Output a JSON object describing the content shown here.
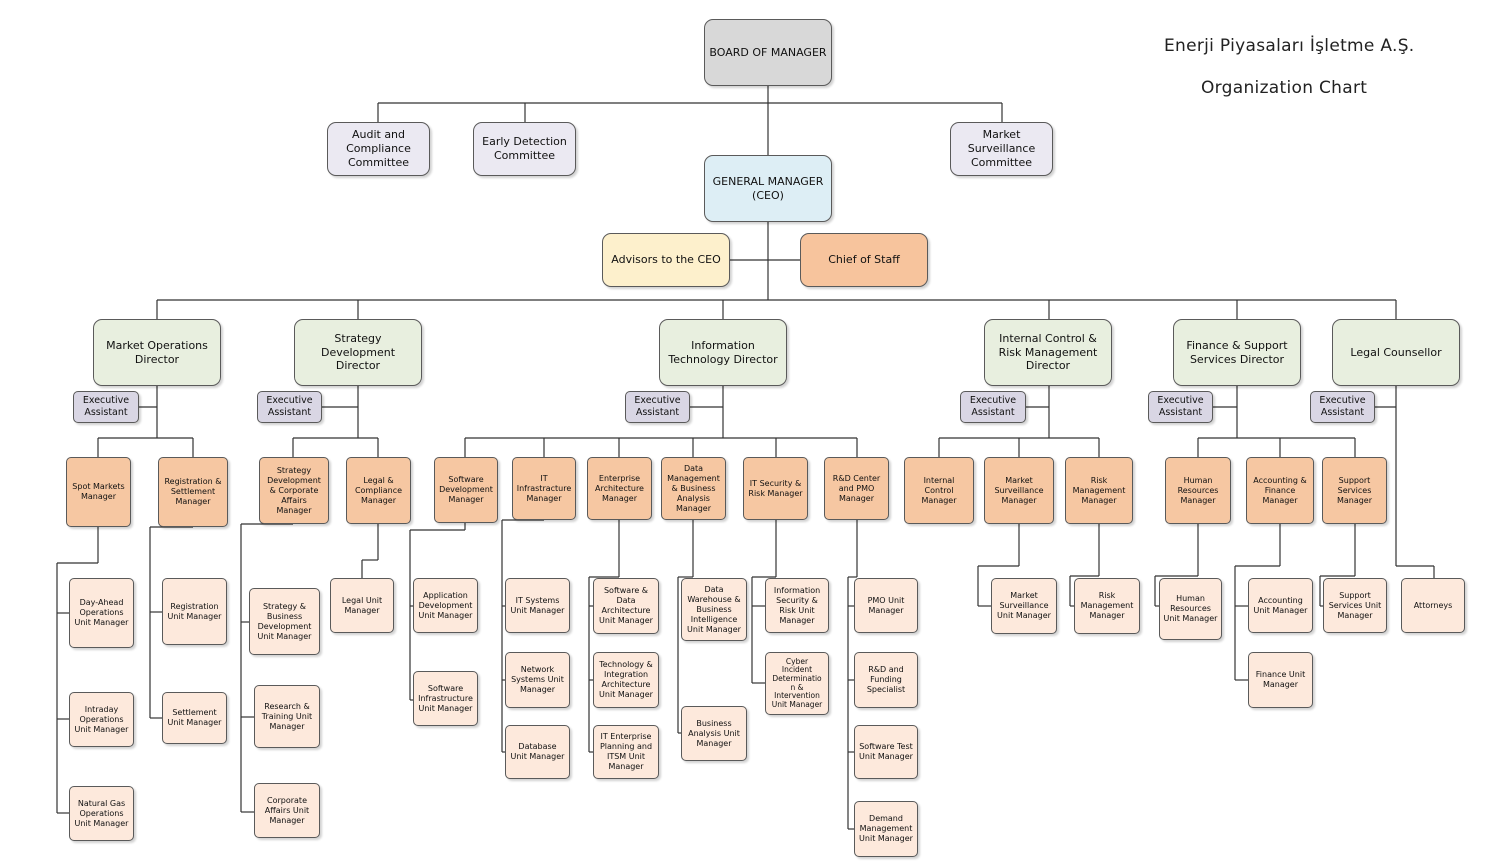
{
  "header": {
    "company": "Enerji Piyasaları İşletme A.Ş.",
    "subtitle": "Organization Chart"
  },
  "colors": {
    "board": "#d8d8d8",
    "committee": "#ebe9f2",
    "ceo": "#ddeef5",
    "advisor": "#fdf0cc",
    "staff": "#f7c49d",
    "director": "#e8efdf",
    "assistant": "#d9d6e4",
    "manager": "#f6c7a2",
    "unit": "#fde9dc"
  },
  "nodes": {
    "board": "BOARD OF MANAGER",
    "audit": "Audit and\nCompliance\nCommittee",
    "early": "Early Detection\nCommittee",
    "market_surv_comm": "Market\nSurveillance\nCommittee",
    "ceo": "GENERAL MANAGER\n(CEO)",
    "advisors": "Advisors to the CEO",
    "chief_staff": "Chief of Staff",
    "dir_market": "Market Operations\nDirector",
    "dir_strategy": "Strategy Development\nDirector",
    "dir_it": "Information\nTechnology Director",
    "dir_internal": "Internal Control &\nRisk Management\nDirector",
    "dir_finance": "Finance & Support\nServices Director",
    "dir_legal": "Legal Counsellor",
    "ea_market": "Executive\nAssistant",
    "ea_strategy": "Executive\nAssistant",
    "ea_it": "Executive\nAssistant",
    "ea_internal": "Executive\nAssistant",
    "ea_finance": "Executive\nAssistant",
    "ea_legal": "Executive\nAssistant",
    "m_spot": "Spot Markets\nManager",
    "m_regset": "Registration &\nSettlement\nManager",
    "m_stratcorp": "Strategy\nDevelopment\n& Corporate\nAffairs\nManager",
    "m_legalcomp": "Legal &\nCompliance\nManager",
    "m_software": "Software\nDevelopment\nManager",
    "m_itinfra": "IT\nInfrastracture\nManager",
    "m_enterprise": "Enterprise\nArchitecture\nManager",
    "m_data": "Data\nManagement\n& Business\nAnalysis\nManager",
    "m_itsec": "IT Security &\nRisk Manager",
    "m_rnd": "R&D Center\nand PMO\nManager",
    "m_internal": "Internal\nControl\nManager",
    "m_marketsurv": "Market\nSurveillance\nManager",
    "m_risk": "Risk\nManagement\nManager",
    "m_hr": "Human\nResources\nManager",
    "m_accounting": "Accounting &\nFinance\nManager",
    "m_support": "Support\nServices\nManager",
    "u_dayahead": "Day-Ahead\nOperations\nUnit Manager",
    "u_intraday": "Intraday\nOperations\nUnit Manager",
    "u_naturalgas": "Natural Gas\nOperations\nUnit Manager",
    "u_registration": "Registration\nUnit Manager",
    "u_settlement": "Settlement\nUnit Manager",
    "u_stratbus": "Strategy &\nBusiness\nDevelopment\nUnit Manager",
    "u_research": "Research &\nTraining Unit\nManager",
    "u_corporate": "Corporate\nAffairs Unit\nManager",
    "u_legalunit": "Legal Unit\nManager",
    "u_appdev": "Application\nDevelopment\nUnit Manager",
    "u_swinfra": "Software\nInfrastructure\nUnit Manager",
    "u_itsystems": "IT Systems\nUnit Manager",
    "u_network": "Network\nSystems Unit\nManager",
    "u_database": "Database\nUnit Manager",
    "u_swdata": "Software &\nData\nArchitecture\nUnit Manager",
    "u_techint": "Technology &\nIntegration\nArchitecture\nUnit Manager",
    "u_itenterprise": "IT Enterprise\nPlanning and\nITSM Unit\nManager",
    "u_datawarehouse": "Data\nWarehouse &\nBusiness\nIntelligence\nUnit Manager",
    "u_businessanalysis": "Business\nAnalysis Unit\nManager",
    "u_infosec": "Information\nSecurity &\nRisk Unit\nManager",
    "u_cyber": "Cyber\nIncident\nDeterminatio\nn &\nIntervention\nUnit Manager",
    "u_pmo": "PMO Unit\nManager",
    "u_rnd": "R&D and\nFunding\nSpecialist",
    "u_swtest": "Software Test\nUnit Manager",
    "u_demand": "Demand\nManagement\nUnit Manager",
    "u_marketsurv": "Market\nSurveillance\nUnit Manager",
    "u_risk": "Risk\nManagement\nManager",
    "u_hr": "Human\nResources\nUnit Manager",
    "u_accounting": "Accounting\nUnit Manager",
    "u_finance": "Finance Unit\nManager",
    "u_support": "Support\nServices Unit\nManager",
    "u_attorneys": "Attorneys"
  }
}
